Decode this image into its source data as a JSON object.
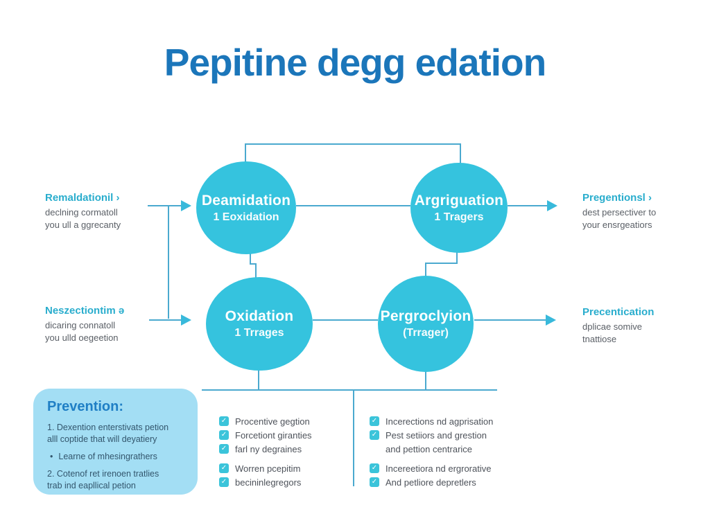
{
  "title": "Pepitine degg edation",
  "colors": {
    "title_blue": "#1b76ba",
    "circle_cyan": "#35c3de",
    "line_teal": "#4aa9cf",
    "arrow_cyan": "#38b9db",
    "accent_teal": "#29adcd",
    "box_blue": "#a3def4",
    "box_title_blue": "#1f7fc5",
    "checkbox_cyan": "#3bc4da",
    "body_gray": "#5a5f66"
  },
  "icons": {
    "check": "✓",
    "bullet": "•"
  },
  "nodes": [
    {
      "line1": "Deamidation",
      "line2": "1 Eoxidation"
    },
    {
      "line1": "Argriguation",
      "line2": "1 Tragers"
    },
    {
      "line1": "Oxidation",
      "line2": "1 Trrages"
    },
    {
      "line1": "Pergroclyion",
      "line2": "(Trrager)"
    }
  ],
  "side_notes": {
    "left_top": {
      "heading": "Remaldationil ›",
      "line1": "declning cormatoll",
      "line2": "you ull a ggrecanty"
    },
    "left_bottom": {
      "heading": "Neszectiontim ə",
      "line1": "dicaring connatoll",
      "line2": "you ulld oegeetion"
    },
    "right_top": {
      "heading": "Pregentionsl ›",
      "line1": "dest persectiver to",
      "line2": "your ensrgeatiors"
    },
    "right_bottom": {
      "heading": "Precentication",
      "line1": "dplicae somive",
      "line2": "tnattiose"
    }
  },
  "prevention": {
    "title": "Prevention:",
    "item1_line1": "1. Dexention enterstivats petion",
    "item1_line2": "alll coptide that will deyatiery",
    "bullet_item": "Learne of mhesingrathers",
    "item2_line1": "2. Cotenof ret irenoen tratlies",
    "item2_line2": "trab ind eapllical petion"
  },
  "checklists": {
    "left": {
      "group1": [
        "Procentive gegtion",
        "Forcetiont giranties",
        "farl ny degraines"
      ],
      "group2": [
        "Worren pcepitim",
        "becininlegregors"
      ]
    },
    "right": {
      "group1_item1": "Incerections nd agprisation",
      "group1_item2_line1": "Pest setiiors and grestion",
      "group1_item2_line2": "and pettion centrarice",
      "group2": [
        "Incereetiora nd ergrorative",
        "And petliore depretlers"
      ]
    }
  }
}
